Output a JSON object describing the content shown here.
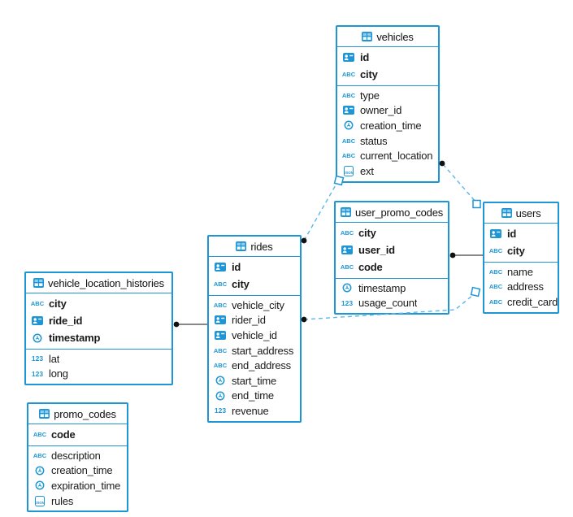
{
  "colors": {
    "accent": "#1e96d5",
    "dashed_line": "#5cb7e8",
    "solid_line": "#111111",
    "text": "#1a1a1a"
  },
  "icons": {
    "string_label": "ABC",
    "number_label": "123",
    "json_label": "JSON"
  },
  "tables": [
    {
      "title": "vehicles",
      "pk": [
        {
          "type": "uuid",
          "name": "id"
        },
        {
          "type": "string",
          "name": "city"
        }
      ],
      "fields": [
        {
          "type": "string",
          "name": "type"
        },
        {
          "type": "uuid",
          "name": "owner_id"
        },
        {
          "type": "timestamp",
          "name": "creation_time"
        },
        {
          "type": "string",
          "name": "status"
        },
        {
          "type": "string",
          "name": "current_location"
        },
        {
          "type": "json",
          "name": "ext"
        }
      ]
    },
    {
      "title": "user_promo_codes",
      "pk": [
        {
          "type": "string",
          "name": "city"
        },
        {
          "type": "uuid",
          "name": "user_id"
        },
        {
          "type": "string",
          "name": "code"
        }
      ],
      "fields": [
        {
          "type": "timestamp",
          "name": "timestamp"
        },
        {
          "type": "number",
          "name": "usage_count"
        }
      ]
    },
    {
      "title": "users",
      "pk": [
        {
          "type": "uuid",
          "name": "id"
        },
        {
          "type": "string",
          "name": "city"
        }
      ],
      "fields": [
        {
          "type": "string",
          "name": "name"
        },
        {
          "type": "string",
          "name": "address"
        },
        {
          "type": "string",
          "name": "credit_card"
        }
      ]
    },
    {
      "title": "rides",
      "pk": [
        {
          "type": "uuid",
          "name": "id"
        },
        {
          "type": "string",
          "name": "city"
        }
      ],
      "fields": [
        {
          "type": "string",
          "name": "vehicle_city"
        },
        {
          "type": "uuid",
          "name": "rider_id"
        },
        {
          "type": "uuid",
          "name": "vehicle_id"
        },
        {
          "type": "string",
          "name": "start_address"
        },
        {
          "type": "string",
          "name": "end_address"
        },
        {
          "type": "timestamp",
          "name": "start_time"
        },
        {
          "type": "timestamp",
          "name": "end_time"
        },
        {
          "type": "number",
          "name": "revenue"
        }
      ]
    },
    {
      "title": "vehicle_location_histories",
      "pk": [
        {
          "type": "string",
          "name": "city"
        },
        {
          "type": "uuid",
          "name": "ride_id"
        },
        {
          "type": "timestamp",
          "name": "timestamp"
        }
      ],
      "fields": [
        {
          "type": "number",
          "name": "lat"
        },
        {
          "type": "number",
          "name": "long"
        }
      ]
    },
    {
      "title": "promo_codes",
      "pk": [
        {
          "type": "string",
          "name": "code"
        }
      ],
      "fields": [
        {
          "type": "string",
          "name": "description"
        },
        {
          "type": "timestamp",
          "name": "creation_time"
        },
        {
          "type": "timestamp",
          "name": "expiration_time"
        },
        {
          "type": "json",
          "name": "rules"
        }
      ]
    }
  ],
  "relationships": [
    {
      "from": "vehicle_location_histories",
      "to": "rides",
      "style": "solid"
    },
    {
      "from": "user_promo_codes",
      "to": "users",
      "style": "solid"
    },
    {
      "from": "rides",
      "to": "vehicles",
      "style": "dashed"
    },
    {
      "from": "vehicles",
      "to": "users",
      "style": "dashed"
    },
    {
      "from": "rides",
      "to": "users",
      "style": "dashed"
    }
  ]
}
